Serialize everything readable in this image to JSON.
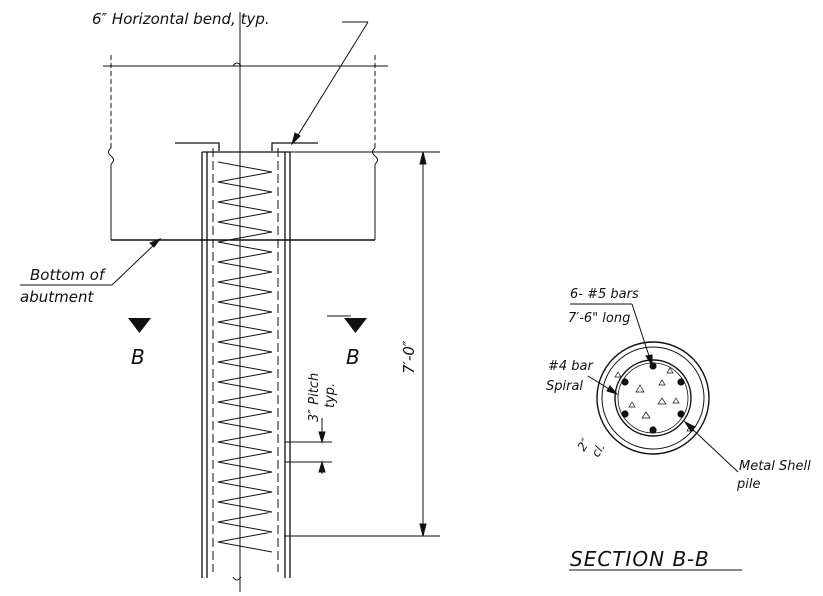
{
  "labels": {
    "horizontal_bend": "6″ Horizontal bend, typ.",
    "bottom_of": "Bottom of",
    "abutment": "abutment",
    "section_mark_left": "B",
    "section_mark_right": "B",
    "pitch_line1": "3″ Pitch",
    "pitch_line2": "typ.",
    "embed_length": "7′-0″",
    "bars_line1": "6- #5 bars",
    "bars_line2": "7′-6\" long",
    "spiral_line1": "#4 bar",
    "spiral_line2": "Spiral",
    "cover_line1": "2″",
    "cover_line2": "cl.",
    "shell_line1": "Metal Shell",
    "shell_line2": "pile",
    "section_title": "SECTION B-B"
  },
  "colors": {
    "ink": "#111111",
    "background": "#ffffff"
  }
}
